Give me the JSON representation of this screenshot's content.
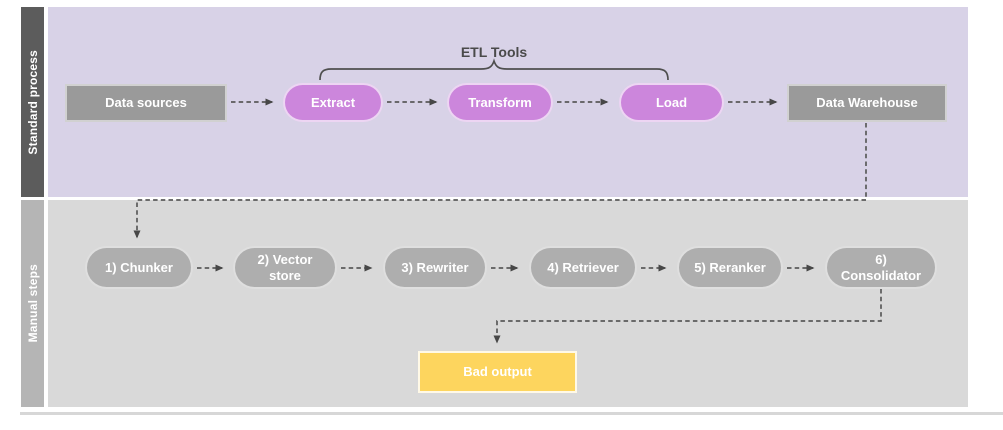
{
  "lanes": [
    {
      "label": "Standard process",
      "annotation": "ETL Tools",
      "nodes": [
        {
          "label": "Data sources",
          "shape": "box"
        },
        {
          "label": "Extract",
          "shape": "pill"
        },
        {
          "label": "Transform",
          "shape": "pill"
        },
        {
          "label": "Load",
          "shape": "pill"
        },
        {
          "label": "Data Warehouse",
          "shape": "box"
        }
      ]
    },
    {
      "label": "Manual steps",
      "nodes": [
        {
          "label": "1) Chunker",
          "shape": "pill"
        },
        {
          "label": "2) Vector store",
          "shape": "pill"
        },
        {
          "label": "3) Rewriter",
          "shape": "pill"
        },
        {
          "label": "4) Retriever",
          "shape": "pill"
        },
        {
          "label": "5) Reranker",
          "shape": "pill"
        },
        {
          "label": "6) Consolidator",
          "shape": "pill"
        },
        {
          "label": "Bad output",
          "shape": "box"
        }
      ]
    }
  ],
  "colors": {
    "standard_lane_bg": "#d8d2e7",
    "standard_lane_bar": "#5c5c5c",
    "manual_lane_bg": "#d9d9d9",
    "manual_lane_bar": "#b5b5b5",
    "etl_pill": "#cc86dc",
    "gray_box": "#9a9a9a",
    "gray_pill": "#aeaeae",
    "bad_output_box": "#fdd55e",
    "connector": "#5a5a5a",
    "node_text": "#ffffff",
    "annotation_text": "#4a4a4a"
  }
}
